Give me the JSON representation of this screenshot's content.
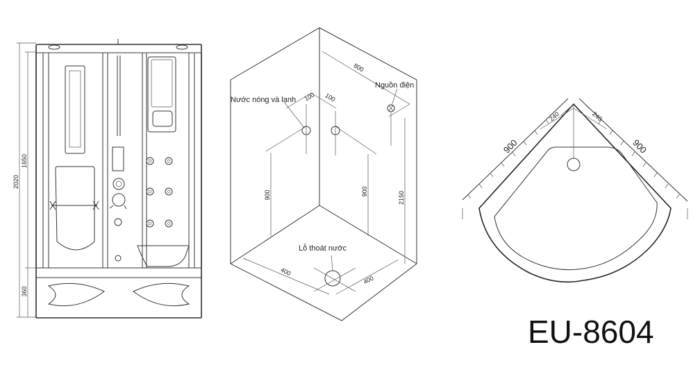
{
  "labels": {
    "hot_cold_water": "Nước nóng và lạnh",
    "power_source": "Nguồn điện",
    "drain_hole": "Lỗ thoát nước"
  },
  "front_view": {
    "dim_total_height": "2020",
    "dim_upper_height": "1650",
    "dim_base_height": "360"
  },
  "iso_view": {
    "dim_top_width": "800",
    "dim_pipe_spacing_1": "100",
    "dim_pipe_spacing_2": "100",
    "dim_pipe_height_left": "900",
    "dim_pipe_height_right": "900",
    "dim_power_height": "2150",
    "dim_drain_left": "400",
    "dim_drain_right": "400"
  },
  "plan_view": {
    "dim_side_left": "900",
    "dim_side_right": "900",
    "dim_offset_left": "240",
    "dim_offset_right": "240"
  },
  "model_name": "EU-8604"
}
